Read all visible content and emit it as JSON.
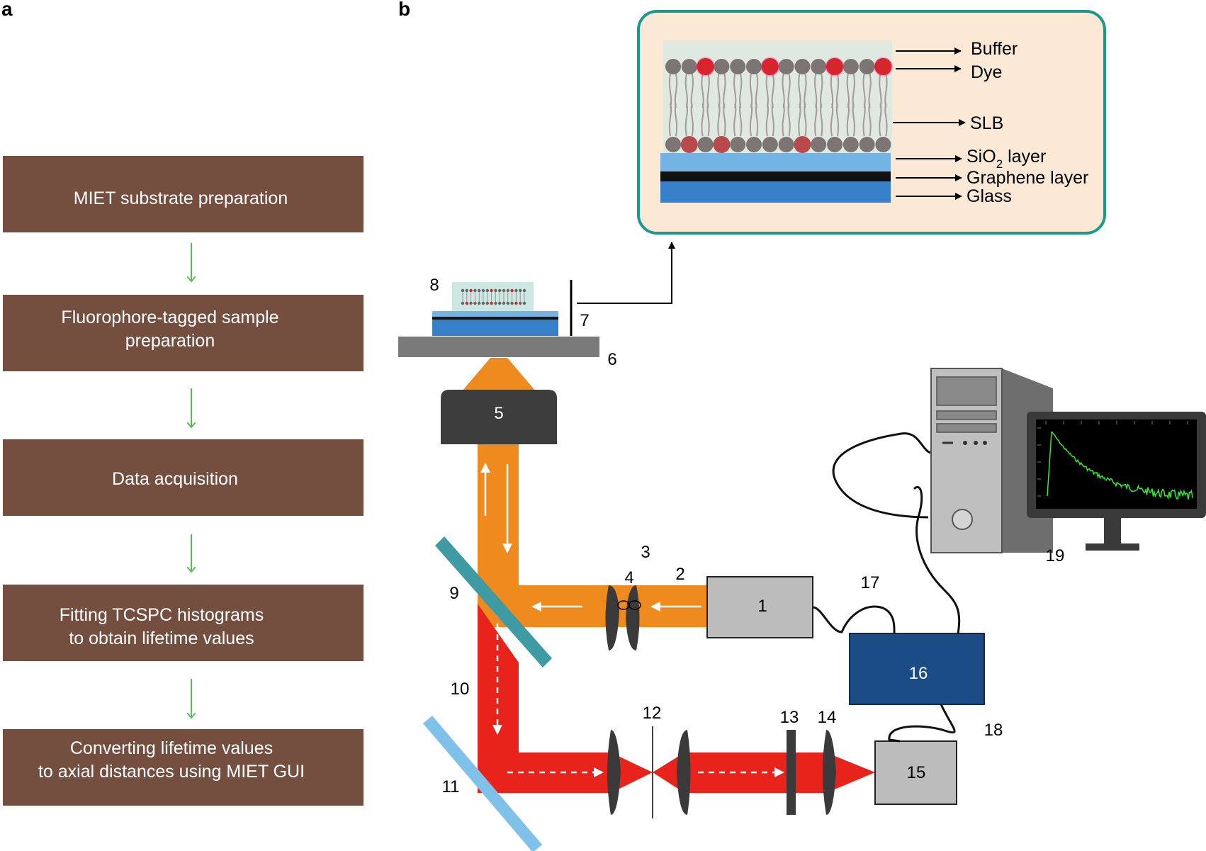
{
  "panels": {
    "a": "a",
    "b": "b"
  },
  "workflow": [
    {
      "lines": [
        "MIET substrate preparation"
      ]
    },
    {
      "lines": [
        "Fluorophore-tagged sample",
        "preparation"
      ]
    },
    {
      "lines": [
        "Data acquisition"
      ]
    },
    {
      "lines": [
        "Fitting TCSPC histograms",
        "to obtain lifetime values"
      ]
    },
    {
      "lines": [
        "Converting lifetime values",
        "to axial distances using MIET GUI"
      ]
    }
  ],
  "inset": {
    "buffer": "Buffer",
    "dye": "Dye",
    "slb": "SLB",
    "sio2_prefix": "SiO",
    "sio2_sub": "2",
    "sio2_suffix": " layer",
    "graphene": "Graphene layer",
    "glass": "Glass"
  },
  "components": {
    "n1": "1",
    "n2": "2",
    "n3": "3",
    "n4": "4",
    "n5": "5",
    "n6": "6",
    "n7": "7",
    "n8": "8",
    "n9": "9",
    "n10": "10",
    "n11": "11",
    "n12": "12",
    "n13": "13",
    "n14": "14",
    "n15": "15",
    "n16": "16",
    "n17": "17",
    "n18": "18",
    "n19": "19"
  },
  "colors": {
    "step_box": "#744e3e",
    "flow_arrow": "#5cb85c",
    "excitation_beam": "#ee8a1e",
    "emission_beam": "#e8231b",
    "dichroic": "#3e9aa3",
    "mirror": "#80c1ea",
    "inset_border": "#1a9a8f",
    "inset_bg": "#fbe9d6",
    "sio2": "#73b4e5",
    "glass": "#3580c8",
    "detector_box": "#1c4c85",
    "trace": "#39e83a"
  }
}
